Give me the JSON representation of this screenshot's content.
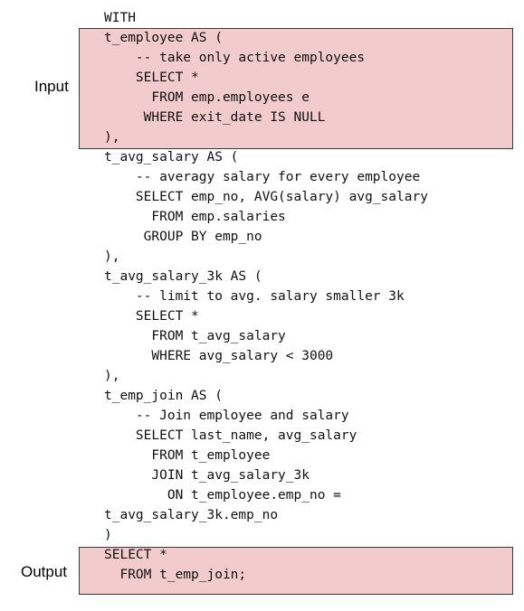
{
  "labels": {
    "input": "Input",
    "output": "Output"
  },
  "code_lines": [
    "WITH",
    "t_employee AS (",
    "    -- take only active employees",
    "    SELECT *",
    "      FROM emp.employees e",
    "     WHERE exit_date IS NULL",
    "),",
    "t_avg_salary AS (",
    "    -- averagy salary for every employee",
    "    SELECT emp_no, AVG(salary) avg_salary",
    "      FROM emp.salaries",
    "     GROUP BY emp_no",
    "),",
    "t_avg_salary_3k AS (",
    "    -- limit to avg. salary smaller 3k",
    "    SELECT *",
    "      FROM t_avg_salary",
    "      WHERE avg_salary < 3000",
    "),",
    "t_emp_join AS (",
    "    -- Join employee and salary",
    "    SELECT last_name, avg_salary",
    "      FROM t_employee",
    "      JOIN t_avg_salary_3k",
    "        ON t_employee.emp_no =",
    "t_avg_salary_3k.emp_no",
    ")",
    "SELECT *",
    "  FROM t_emp_join;"
  ],
  "colors": {
    "highlight": "#f2cccc",
    "border": "#3a3a3a",
    "text": "#111111"
  }
}
